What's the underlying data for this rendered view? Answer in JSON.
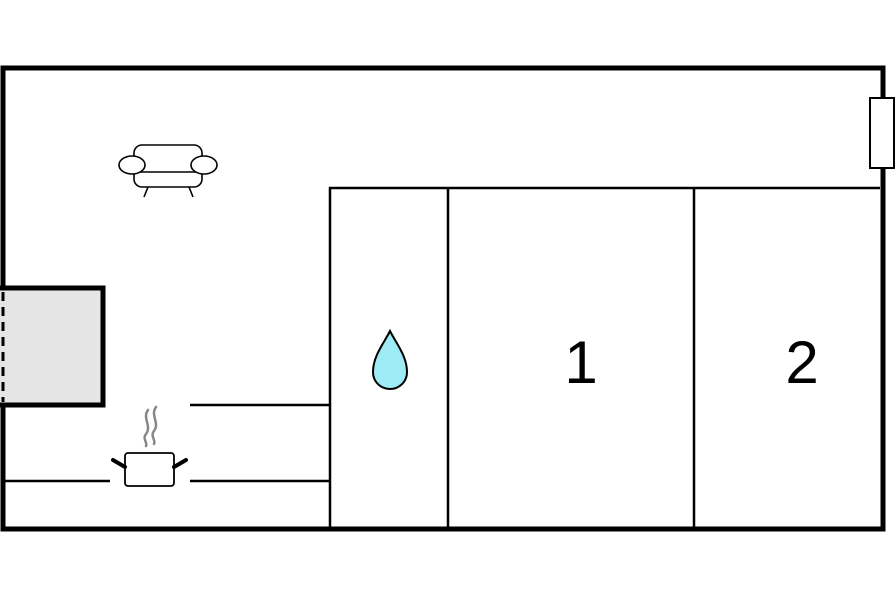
{
  "floor_plan": {
    "rooms": [
      {
        "label": "1"
      },
      {
        "label": "2"
      }
    ],
    "icons": [
      {
        "name": "sofa-icon",
        "meaning": "living area"
      },
      {
        "name": "water-drop-icon",
        "meaning": "bathroom"
      },
      {
        "name": "cooking-pot-icon",
        "meaning": "kitchen"
      }
    ],
    "colors": {
      "walls": "#000000",
      "background": "#ffffff",
      "terrace_fill": "#e5e5e5",
      "water_drop_fill": "#9eeaf5"
    }
  }
}
